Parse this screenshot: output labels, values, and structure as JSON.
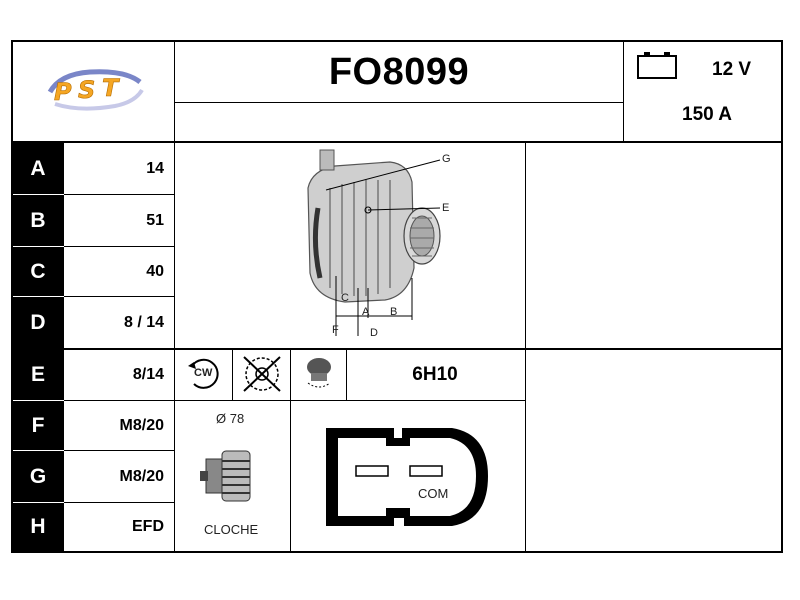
{
  "header": {
    "logo_text": "PST",
    "part_number": "FO8099",
    "voltage": "12 V",
    "current": "150 A"
  },
  "rows": [
    {
      "letter": "A",
      "value": "14"
    },
    {
      "letter": "B",
      "value": "51"
    },
    {
      "letter": "C",
      "value": "40"
    },
    {
      "letter": "D",
      "value": "8 / 14"
    },
    {
      "letter": "E",
      "value": "8/14"
    },
    {
      "letter": "F",
      "value": "M8/20"
    },
    {
      "letter": "G",
      "value": "M8/20"
    },
    {
      "letter": "H",
      "value": "EFD"
    }
  ],
  "diagram_labels": {
    "g": "G",
    "e": "E",
    "c": "C",
    "a": "A",
    "b": "B",
    "f": "F",
    "d": "D"
  },
  "icons": {
    "rotation_label": "CW",
    "code": "6H10"
  },
  "pulley": {
    "diameter": "Ø 78",
    "type": "CLOCHE"
  },
  "connector": {
    "label": "COM"
  }
}
